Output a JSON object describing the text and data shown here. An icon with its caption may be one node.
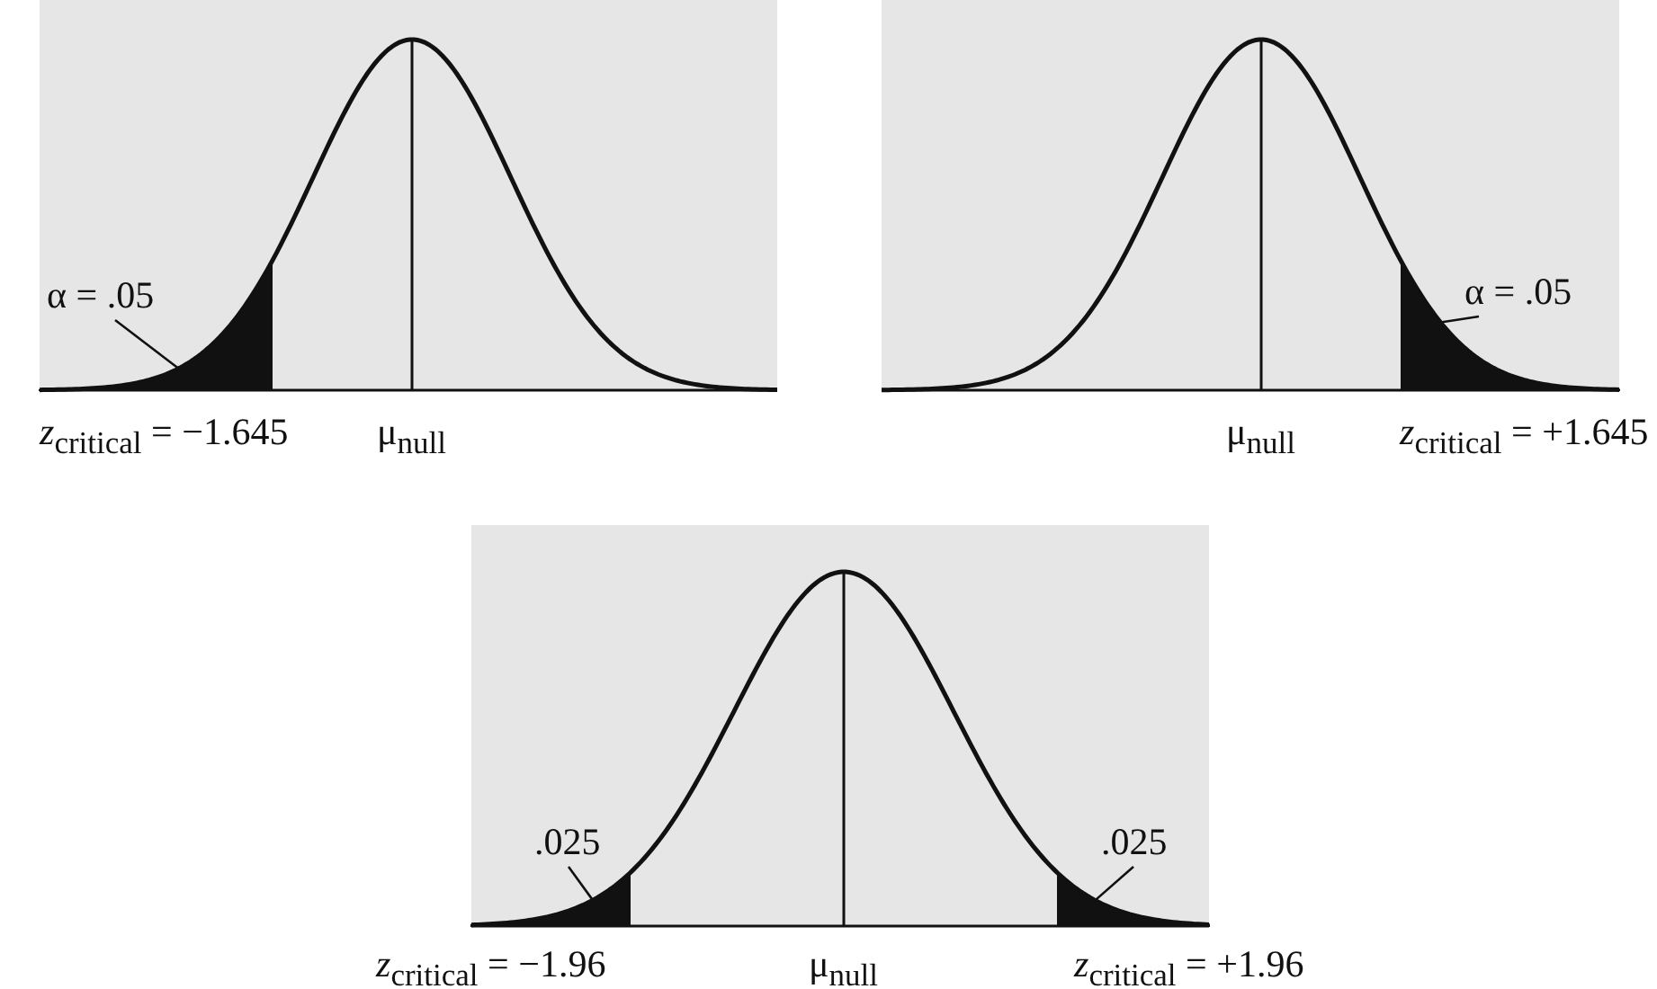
{
  "diagram": {
    "nodes": [
      {
        "text": [
          "α = .05"
        ]
      },
      {
        "text": [],
        "shape": "picture",
        "beside": [
          "*z*$_{critical}$ = −1.645"
        ]
      },
      {
        "text": [
          "α = .05"
        ]
      },
      {
        "text": [],
        "shape": "picture",
        "beside": [
          "*z*$_{critical}$ = +1.645"
        ]
      },
      {
        "text": [
          ".025"
        ]
      },
      {
        "text": [],
        "shape": "picture",
        "beside": [
          "*z*$_{critical}$ = −1.96"
        ]
      },
      {
        "text": [
          ".025"
        ]
      },
      {
        "text": [],
        "shape": "picture",
        "beside": [
          "*z*$_{critical}$ = +1.96"
        ]
      }
    ],
    "edges": [
      {
        "from": 0,
        "to": 1,
        "arrow": "none"
      },
      {
        "from": 2,
        "to": 3,
        "arrow": "none"
      },
      {
        "from": 4,
        "to": 5,
        "arrow": "none"
      },
      {
        "from": 6,
        "to": 7,
        "arrow": "none"
      }
    ],
    "labels": [
      "μ$_{null}$",
      "μ$_{null}$",
      "μ$_{null}$"
    ]
  }
}
